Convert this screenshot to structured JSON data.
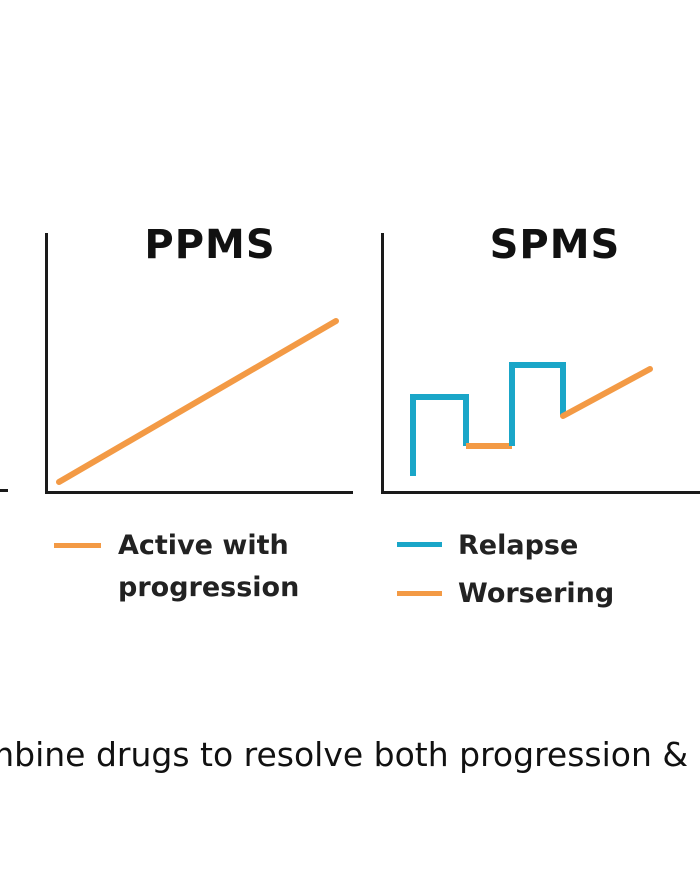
{
  "colors": {
    "orange": "#f39a45",
    "blue": "#1aa6c8",
    "axis": "#1a1a1a"
  },
  "left_fragment": {
    "note": ""
  },
  "panels": {
    "ppms": {
      "title": "PPMS",
      "legend": [
        {
          "label": "Active with",
          "color": "#f39a45"
        },
        {
          "label": "progression",
          "color": ""
        }
      ]
    },
    "spms": {
      "title": "SPMS",
      "legend": [
        {
          "label": "Relapse",
          "color": "#1aa6c8"
        },
        {
          "label": "Worsering",
          "color": "#f39a45"
        }
      ]
    }
  },
  "caption": "mbine drugs to resolve both progression &"
}
